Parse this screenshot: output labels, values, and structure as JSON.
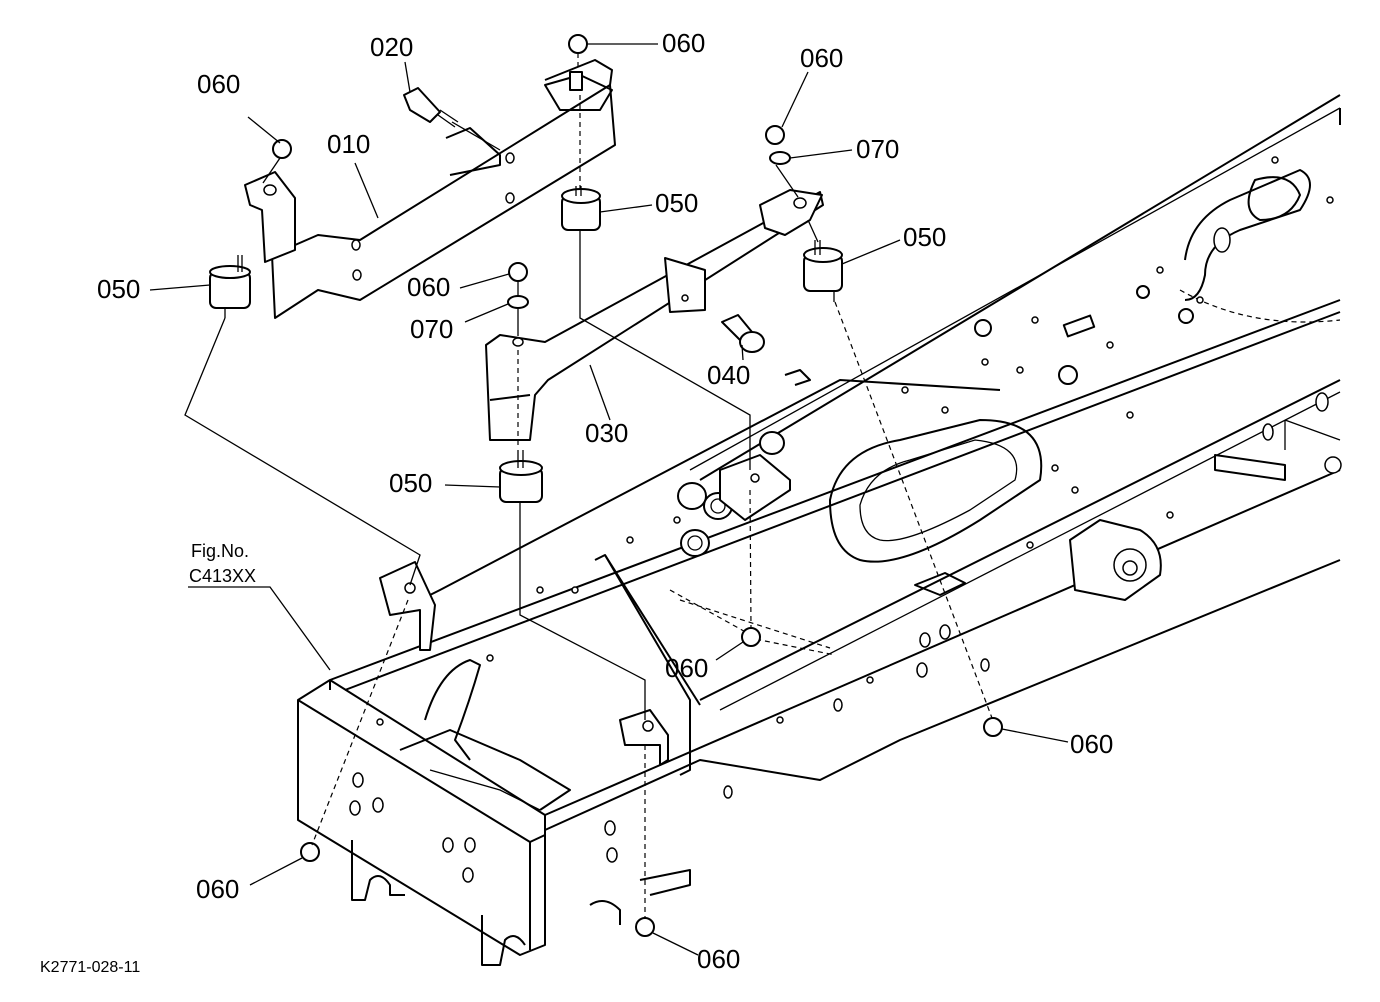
{
  "figure": {
    "fig_label_line1": "Fig.No.",
    "fig_label_line2": "C413XX",
    "document_id": "K2771-028-11"
  },
  "callouts": {
    "c010": "010",
    "c020": "020",
    "c030": "030",
    "c040": "040",
    "c050_a": "050",
    "c050_b": "050",
    "c050_c": "050",
    "c050_d": "050",
    "c060_a": "060",
    "c060_b": "060",
    "c060_c": "060",
    "c060_d": "060",
    "c060_e": "060",
    "c060_f": "060",
    "c060_g": "060",
    "c060_h": "060",
    "c070_a": "070",
    "c070_b": "070"
  }
}
